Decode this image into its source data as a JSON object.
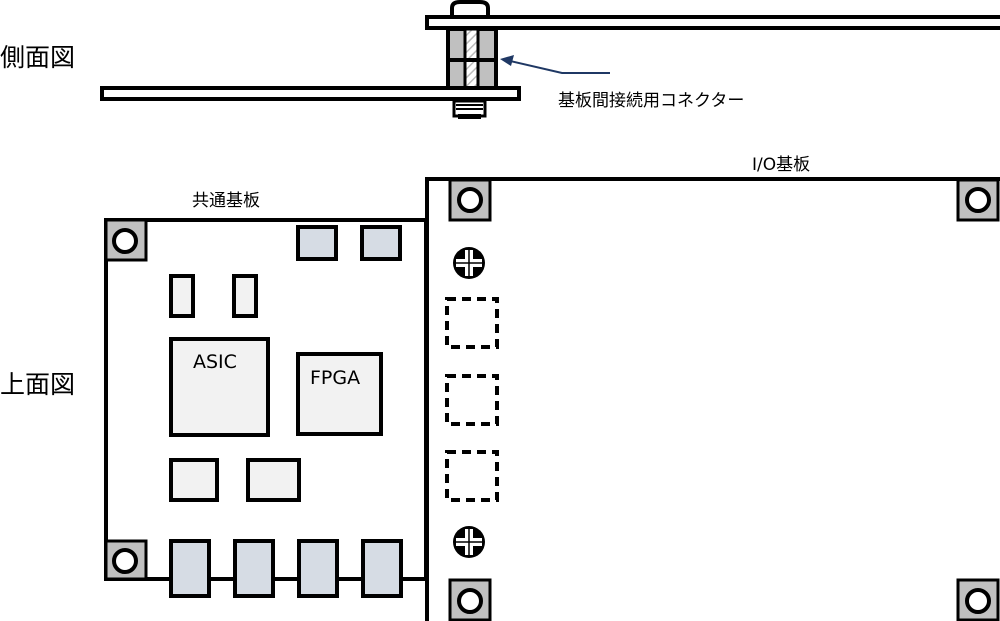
{
  "labels": {
    "side_view": "側面図",
    "top_view": "上面図",
    "connector": "基板間接続用コネクター",
    "io_board": "I/O基板",
    "common_board": "共通基板",
    "asic": "ASIC",
    "fpga": "FPGA"
  },
  "colors": {
    "stroke": "#000000",
    "mount_pad": "#c0c0c0",
    "chip_fill": "#f2f2f2",
    "connector_fill": "#d6dce4",
    "arrow": "#1f3864"
  }
}
